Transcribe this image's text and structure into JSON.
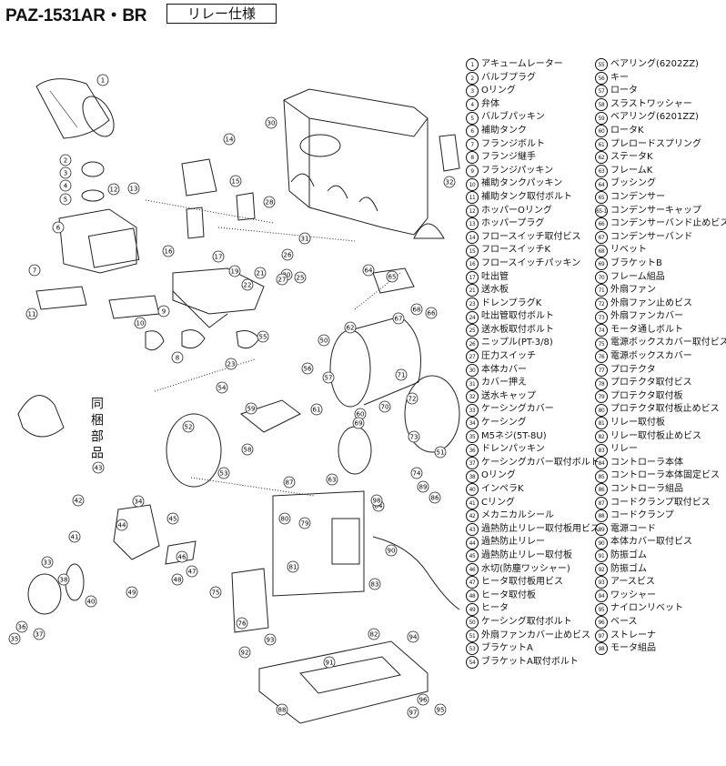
{
  "header": {
    "model": "PAZ-1531AR・BR",
    "spec": "リレー仕様"
  },
  "side_label": "同梱部品",
  "diagram_labels": [
    "1",
    "2",
    "3",
    "4",
    "5",
    "6",
    "7",
    "8",
    "9",
    "10",
    "11",
    "12",
    "13",
    "14",
    "15",
    "16",
    "17",
    "19",
    "20",
    "21",
    "22",
    "23",
    "25",
    "26",
    "27",
    "28",
    "30",
    "31",
    "32",
    "33",
    "34",
    "35",
    "36",
    "37",
    "38",
    "40",
    "41",
    "42",
    "43",
    "44",
    "45",
    "46",
    "47",
    "48",
    "49",
    "50",
    "51",
    "52",
    "53",
    "54",
    "55",
    "56",
    "57",
    "58",
    "59",
    "60",
    "61",
    "62",
    "63",
    "64",
    "65",
    "66",
    "67",
    "68",
    "69",
    "70",
    "71",
    "72",
    "73",
    "74",
    "75",
    "76",
    "79",
    "80",
    "81",
    "82",
    "83",
    "84",
    "86",
    "87",
    "88",
    "89",
    "90",
    "91",
    "92",
    "93",
    "94",
    "95",
    "96",
    "97",
    "98"
  ],
  "parts_left": [
    {
      "no": "1",
      "name": "アキュームレーター"
    },
    {
      "no": "2",
      "name": "バルブプラグ"
    },
    {
      "no": "3",
      "name": "Oリング"
    },
    {
      "no": "4",
      "name": "弁体"
    },
    {
      "no": "5",
      "name": "バルブパッキン"
    },
    {
      "no": "6",
      "name": "補助タンク"
    },
    {
      "no": "7",
      "name": "フランジボルト"
    },
    {
      "no": "8",
      "name": "フランジ継手"
    },
    {
      "no": "9",
      "name": "フランジパッキン"
    },
    {
      "no": "10",
      "name": "補助タンクパッキン"
    },
    {
      "no": "11",
      "name": "補助タンク取付ボルト"
    },
    {
      "no": "12",
      "name": "ホッパーOリング"
    },
    {
      "no": "13",
      "name": "ホッパープラグ"
    },
    {
      "no": "14",
      "name": "フロースイッチ取付ビス"
    },
    {
      "no": "15",
      "name": "フロースイッチK"
    },
    {
      "no": "16",
      "name": "フロースイッチパッキン"
    },
    {
      "no": "17",
      "name": "吐出管"
    },
    {
      "no": "21",
      "name": "送水板"
    },
    {
      "no": "23",
      "name": "ドレンプラグK"
    },
    {
      "no": "24",
      "name": "吐出管取付ボルト"
    },
    {
      "no": "25",
      "name": "送水板取付ボルト"
    },
    {
      "no": "26",
      "name": "ニップル(PT-3/8)"
    },
    {
      "no": "27",
      "name": "圧力スイッチ"
    },
    {
      "no": "30",
      "name": "本体カバー"
    },
    {
      "no": "31",
      "name": "カバー押え"
    },
    {
      "no": "32",
      "name": "送水キャップ"
    },
    {
      "no": "33",
      "name": "ケーシングカバー"
    },
    {
      "no": "34",
      "name": "ケーシング"
    },
    {
      "no": "35",
      "name": "M5ネジ(5T-8U)"
    },
    {
      "no": "36",
      "name": "ドレンパッキン"
    },
    {
      "no": "37",
      "name": "ケーシングカバー取付ボルト"
    },
    {
      "no": "38",
      "name": "Oリング"
    },
    {
      "no": "40",
      "name": "インペラK"
    },
    {
      "no": "41",
      "name": "Cリング"
    },
    {
      "no": "42",
      "name": "メカニカルシール"
    },
    {
      "no": "43",
      "name": "過熱防止リレー取付板用ビス"
    },
    {
      "no": "44",
      "name": "過熱防止リレー"
    },
    {
      "no": "45",
      "name": "過熱防止リレー取付板"
    },
    {
      "no": "46",
      "name": "水切(防塵ワッシャー)"
    },
    {
      "no": "47",
      "name": "ヒータ取付板用ビス"
    },
    {
      "no": "48",
      "name": "ヒータ取付板"
    },
    {
      "no": "49",
      "name": "ヒータ"
    },
    {
      "no": "50",
      "name": "ケーシング取付ボルト"
    },
    {
      "no": "51",
      "name": "外扇ファンカバー止めビス"
    },
    {
      "no": "53",
      "name": "ブラケットA"
    },
    {
      "no": "54",
      "name": "ブラケットA取付ボルト"
    }
  ],
  "parts_right": [
    {
      "no": "55",
      "name": "ベアリング(6202ZZ)"
    },
    {
      "no": "56",
      "name": "キー"
    },
    {
      "no": "57",
      "name": "ロータ"
    },
    {
      "no": "58",
      "name": "スラストワッシャー"
    },
    {
      "no": "59",
      "name": "ベアリング(6201ZZ)"
    },
    {
      "no": "60",
      "name": "ロータK"
    },
    {
      "no": "61",
      "name": "プレロードスプリング"
    },
    {
      "no": "62",
      "name": "ステータK"
    },
    {
      "no": "63",
      "name": "フレームK"
    },
    {
      "no": "64",
      "name": "ブッシング"
    },
    {
      "no": "65",
      "name": "コンデンサー"
    },
    {
      "no": "65-1",
      "name": "コンデンサーキャップ"
    },
    {
      "no": "66",
      "name": "コンデンサーバンド止めビス"
    },
    {
      "no": "67",
      "name": "コンデンサーバンド"
    },
    {
      "no": "68",
      "name": "リベット"
    },
    {
      "no": "69",
      "name": "ブラケットB"
    },
    {
      "no": "70",
      "name": "フレーム組品"
    },
    {
      "no": "71",
      "name": "外扇ファン"
    },
    {
      "no": "72",
      "name": "外扇ファン止めビス"
    },
    {
      "no": "73",
      "name": "外扇ファンカバー"
    },
    {
      "no": "74",
      "name": "モータ通しボルト"
    },
    {
      "no": "75",
      "name": "電源ボックスカバー取付ビス"
    },
    {
      "no": "76",
      "name": "電源ボックスカバー"
    },
    {
      "no": "77",
      "name": "プロテクタ"
    },
    {
      "no": "78",
      "name": "プロテクタ取付ビス"
    },
    {
      "no": "79",
      "name": "プロテクタ取付板"
    },
    {
      "no": "80",
      "name": "プロテクタ取付板止めビス"
    },
    {
      "no": "81",
      "name": "リレー取付板"
    },
    {
      "no": "82",
      "name": "リレー取付板止めビス"
    },
    {
      "no": "83",
      "name": "リレー"
    },
    {
      "no": "84",
      "name": "コントローラ本体"
    },
    {
      "no": "85",
      "name": "コントローラ本体固定ビス"
    },
    {
      "no": "86",
      "name": "コントローラ組品"
    },
    {
      "no": "87",
      "name": "コードクランプ取付ビス"
    },
    {
      "no": "88",
      "name": "コードクランプ"
    },
    {
      "no": "89",
      "name": "電源コード"
    },
    {
      "no": "90",
      "name": "本体カバー取付ビス"
    },
    {
      "no": "91",
      "name": "防振ゴム"
    },
    {
      "no": "92",
      "name": "防振ゴム"
    },
    {
      "no": "93",
      "name": "アースビス"
    },
    {
      "no": "94",
      "name": "ワッシャー"
    },
    {
      "no": "95",
      "name": "ナイロンリベット"
    },
    {
      "no": "96",
      "name": "ベース"
    },
    {
      "no": "97",
      "name": "ストレーナ"
    },
    {
      "no": "98",
      "name": "モータ組品"
    }
  ]
}
